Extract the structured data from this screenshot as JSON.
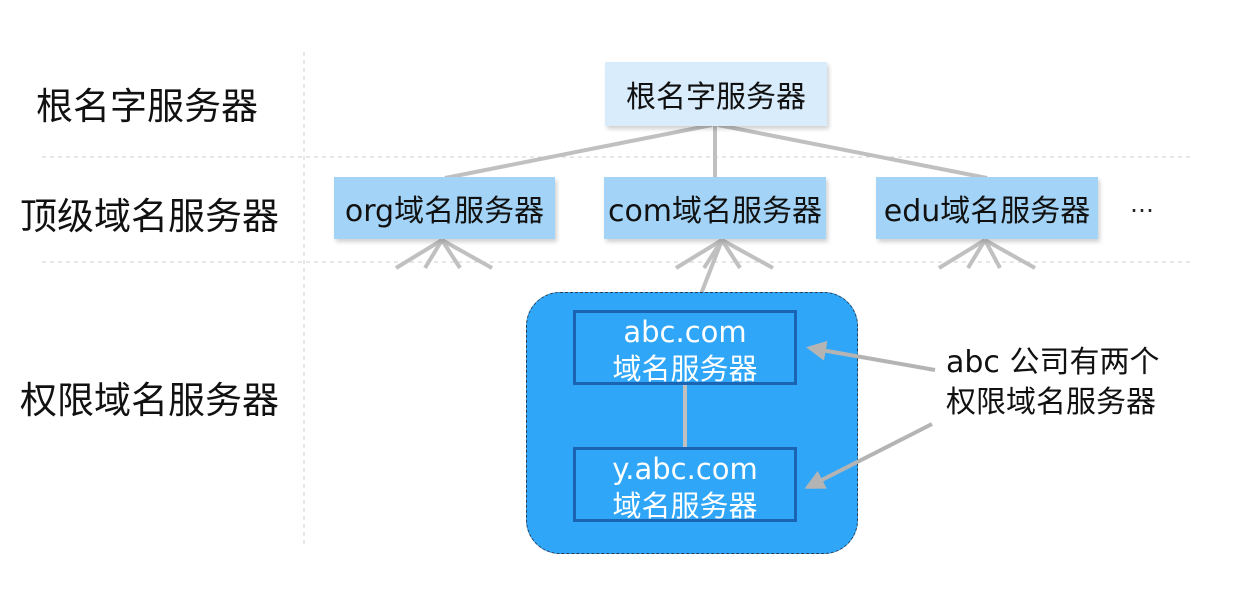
{
  "levels": {
    "root": "根名字服务器",
    "tld": "顶级域名服务器",
    "authoritative": "权限域名服务器"
  },
  "nodes": {
    "root": "根名字服务器",
    "org": "org域名服务器",
    "com": "com域名服务器",
    "edu": "edu域名服务器",
    "ellipsis": "…",
    "abc": {
      "line1": "abc.com",
      "line2": "域名服务器"
    },
    "yabc": {
      "line1": "y.abc.com",
      "line2": "域名服务器"
    }
  },
  "annotation": {
    "line1": "abc 公司有两个",
    "line2": "权限域名服务器"
  },
  "colors": {
    "root_fill": "#d9ecfb",
    "tld_fill": "#a3d4f7",
    "auth_zone_fill": "#2fa6f8",
    "auth_node_border": "#1b64b4",
    "connector": "#c0c0c0"
  }
}
